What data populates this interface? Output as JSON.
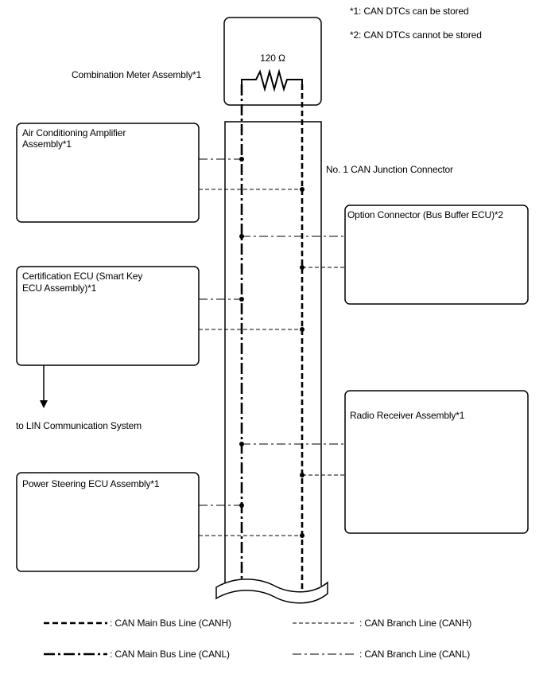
{
  "notes": {
    "n1": "*1: CAN DTCs can be stored",
    "n2": "*2: CAN DTCs cannot be stored"
  },
  "resistor": {
    "label": "120 Ω"
  },
  "components": {
    "combination_meter": "Combination Meter Assembly*1",
    "air_conditioning": [
      "Air Conditioning Amplifier",
      "Assembly*1"
    ],
    "junction": "No. 1 CAN Junction Connector",
    "option_connector": "Option Connector (Bus Buffer ECU)*2",
    "certification": [
      "Certification ECU (Smart Key",
      "ECU Assembly)*1"
    ],
    "lin": "to LIN Communication System",
    "radio": "Radio Receiver Assembly*1",
    "power_steering": "Power Steering ECU Assembly*1"
  },
  "legend": {
    "main_canh": ": CAN Main Bus Line (CANH)",
    "main_canl": ": CAN Main Bus Line (CANL)",
    "branch_canh": ": CAN Branch Line (CANH)",
    "branch_canl": ": CAN Branch Line (CANL)"
  }
}
